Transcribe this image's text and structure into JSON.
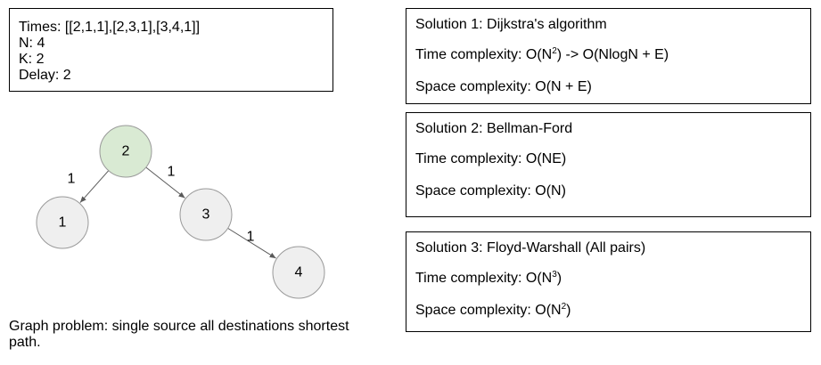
{
  "input_box": {
    "times": "Times: [[2,1,1],[2,3,1],[3,4,1]]",
    "n": "N: 4",
    "k": "K: 2",
    "delay": "Delay: 2"
  },
  "graph": {
    "nodes": [
      {
        "id": "2",
        "label": "2",
        "fill": "#d9ead3",
        "source": true
      },
      {
        "id": "1",
        "label": "1",
        "fill": "#efefef",
        "source": false
      },
      {
        "id": "3",
        "label": "3",
        "fill": "#efefef",
        "source": false
      },
      {
        "id": "4",
        "label": "4",
        "fill": "#efefef",
        "source": false
      }
    ],
    "edges": [
      {
        "from": "2",
        "to": "1",
        "weight": "1"
      },
      {
        "from": "2",
        "to": "3",
        "weight": "1"
      },
      {
        "from": "3",
        "to": "4",
        "weight": "1"
      }
    ]
  },
  "caption": "Graph problem: single source all destinations shortest path.",
  "solutions": [
    {
      "title": "Solution 1:  Dijkstra's algorithm",
      "time_prefix": "Time complexity: O(N",
      "time_sup": "2",
      "time_suffix": ") -> O(NlogN + E)",
      "space_prefix": "Space complexity: O(N + E)",
      "space_sup": "",
      "space_suffix": ""
    },
    {
      "title": "Solution 2: Bellman-Ford",
      "time_prefix": "Time complexity: O(NE)",
      "time_sup": "",
      "time_suffix": "",
      "space_prefix": "Space complexity: O(N)",
      "space_sup": "",
      "space_suffix": ""
    },
    {
      "title": "Solution 3: Floyd-Warshall (All pairs)",
      "time_prefix": "Time complexity: O(N",
      "time_sup": "3",
      "time_suffix": ")",
      "space_prefix": "Space complexity: O(N",
      "space_sup": "2",
      "space_suffix": ")"
    }
  ],
  "colors": {
    "source_node": "#d9ead3",
    "node": "#efefef",
    "node_stroke": "#999999",
    "edge": "#595959"
  }
}
